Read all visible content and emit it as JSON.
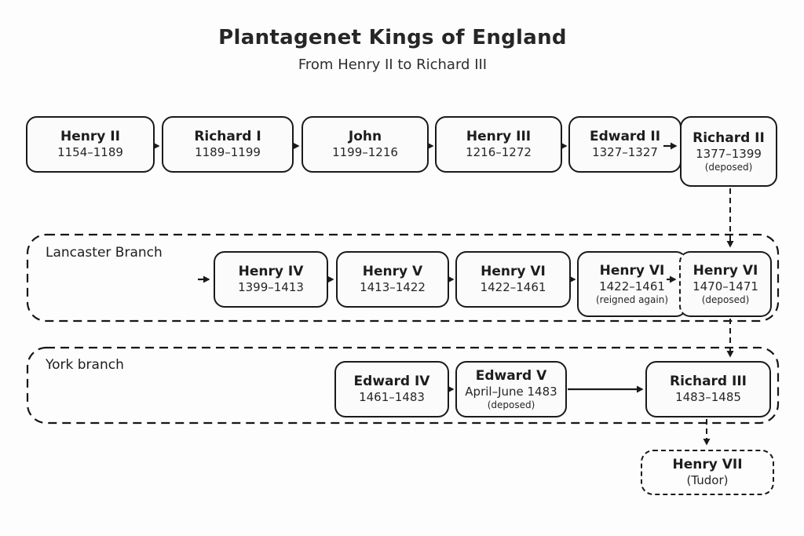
{
  "diagram": {
    "title": "Plantagenet Kings of England",
    "subtitle": "From Henry II to Richard III"
  },
  "top_row": {
    "kings": [
      {
        "name": "Henry II",
        "dates": "1154–1189"
      },
      {
        "name": "Richard I",
        "dates": "1189–1199"
      },
      {
        "name": "John",
        "dates": "1199–1216"
      },
      {
        "name": "Henry III",
        "dates": "1216–1272"
      },
      {
        "name": "Edward II",
        "dates": "1327–1327"
      },
      {
        "name": "Richard II",
        "dates": "1377–1399",
        "note": "(deposed)"
      }
    ]
  },
  "lancaster": {
    "label": "Lancaster Branch",
    "kings": [
      {
        "name": "Henry IV",
        "dates": "1399–1413"
      },
      {
        "name": "Henry V",
        "dates": "1413–1422"
      },
      {
        "name": "Henry VI",
        "dates": "1422–1461"
      },
      {
        "name": "Henry VI",
        "dates": "1422–1461",
        "note": "(reigned again)"
      },
      {
        "name": "Henry VI",
        "dates": "1470–1471",
        "note": "(deposed)"
      }
    ]
  },
  "york": {
    "label": "York branch",
    "kings": [
      {
        "name": "Edward IV",
        "dates": "1461–1483"
      },
      {
        "name": "Edward V",
        "dates": "April–June 1483",
        "note": "(deposed)"
      },
      {
        "name": "Richard III",
        "dates": "1483–1485"
      }
    ]
  },
  "successor": {
    "name": "Henry VII",
    "note": "(Tudor)"
  },
  "colors": {
    "ink": "#1a1a1a",
    "box_fill": "#fbfbfb",
    "background": "#fdfdfd"
  }
}
